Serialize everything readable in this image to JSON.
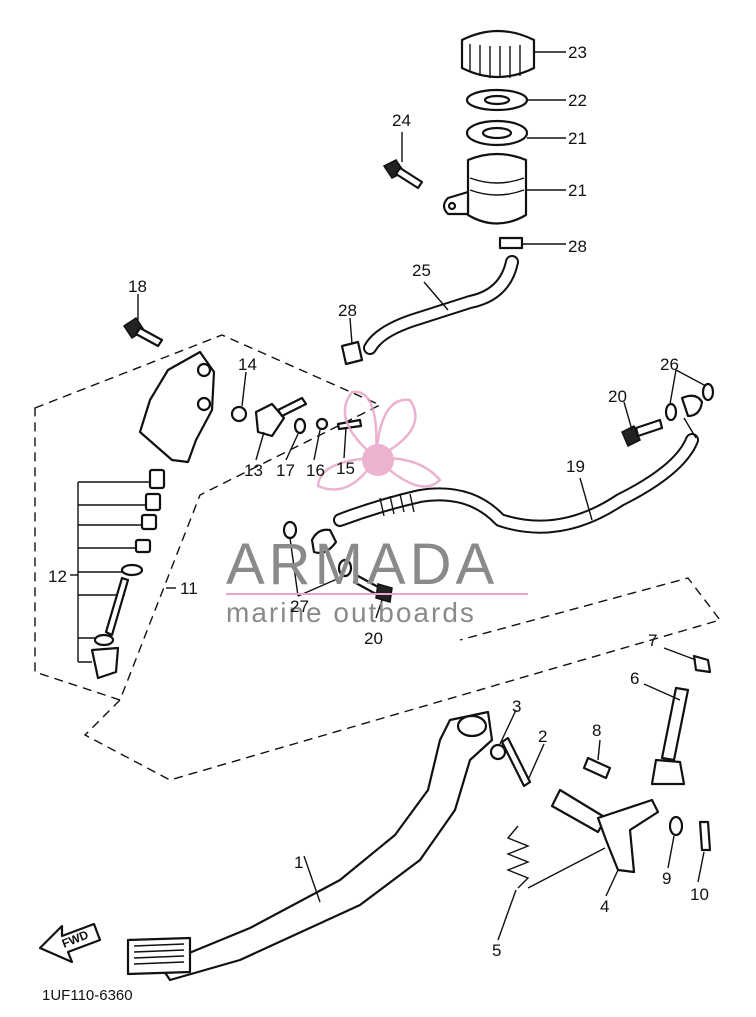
{
  "drawing_code": "1UF110-6360",
  "watermark": {
    "brand": "ARMADA",
    "tagline": "marine outboards",
    "brand_color": "#e8a6c8"
  },
  "fwd_label": "FWD",
  "callouts": [
    "1",
    "2",
    "3",
    "4",
    "5",
    "6",
    "7",
    "8",
    "9",
    "10",
    "11",
    "12",
    "13",
    "14",
    "15",
    "16",
    "17",
    "18",
    "19",
    "20",
    "20",
    "21",
    "21",
    "22",
    "23",
    "24",
    "25",
    "26",
    "27",
    "28",
    "28"
  ],
  "colors": {
    "ink": "#111111",
    "background": "#ffffff",
    "watermark_gray": "#8a8a8a",
    "watermark_pink": "#e8a6c8"
  }
}
